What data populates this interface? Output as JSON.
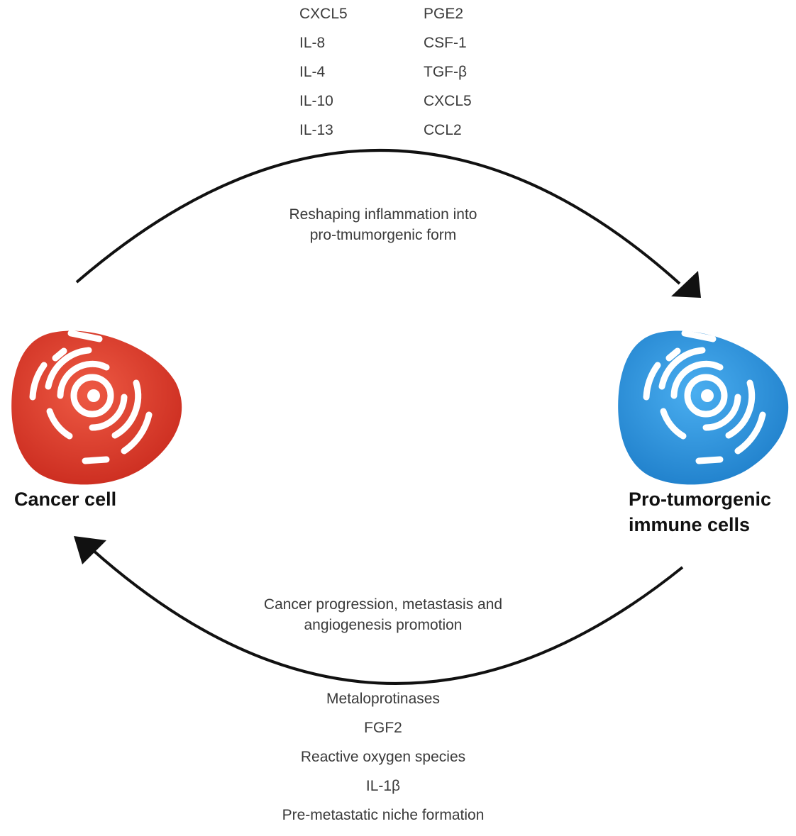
{
  "top_factors": {
    "left": [
      "CXCL5",
      "IL-8",
      "IL-4",
      "IL-10",
      "IL-13"
    ],
    "right": [
      "PGE2",
      "CSF-1",
      "TGF-β",
      "CXCL5",
      "CCL2"
    ]
  },
  "top_arrow_label": [
    "Reshaping inflammation into",
    "pro-tmumorgenic form"
  ],
  "bottom_arrow_label": [
    "Cancer progression, metastasis and",
    "angiogenesis promotion"
  ],
  "bottom_factors": [
    "Metaloprotinases",
    "FGF2",
    "Reactive oxygen species",
    "IL-1β",
    "Pre-metastatic niche formation"
  ],
  "cancer_cell": {
    "label": "Cancer cell",
    "color": "#d93a2a"
  },
  "immune_cell": {
    "label_line1": "Pro-tumorgenic",
    "label_line2": "immune cells",
    "color": "#2a8fd6"
  }
}
